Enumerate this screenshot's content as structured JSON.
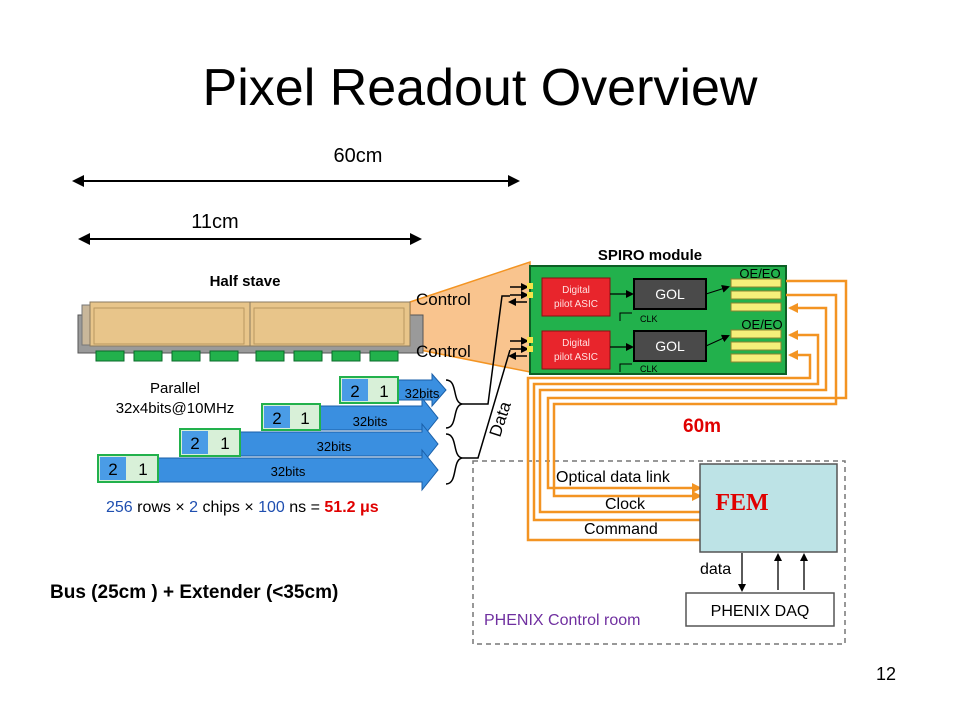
{
  "slide": {
    "title": "Pixel Readout Overview",
    "page_number": "12"
  },
  "dimensions": {
    "length_60": "60cm",
    "length_11": "11cm"
  },
  "labels": {
    "half_stave": "Half stave",
    "spiro_module": "SPIRO module",
    "control_top": "Control",
    "control_bottom": "Control",
    "data": "Data",
    "parallel_line1": "Parallel",
    "parallel_line2": "32x4bits@10MHz",
    "bus_extender": "Bus (25cm )  + Extender (<35cm)",
    "distance_60m": "60m"
  },
  "spiro": {
    "asic1_line1": "Digital",
    "asic1_line2": "pilot ASIC",
    "asic2_line1": "Digital",
    "asic2_line2": "pilot ASIC",
    "gol1": "GOL",
    "gol2": "GOL",
    "clk1": "CLK",
    "clk2": "CLK",
    "oeeo1": "OE/EO",
    "oeeo2": "OE/EO"
  },
  "data_rows": [
    {
      "num2": "2",
      "num1": "1",
      "bits": "32bits"
    },
    {
      "num2": "2",
      "num1": "1",
      "bits": "32bits"
    },
    {
      "num2": "2",
      "num1": "1",
      "bits": "32bits"
    },
    {
      "num2": "2",
      "num1": "1",
      "bits": "32bits"
    }
  ],
  "formula": {
    "rows_num": "256",
    "rows_word": " rows",
    "times1": " × ",
    "chips_num": "2",
    "chips_word": " chips",
    "times2": " × ",
    "ns_num": "100",
    "ns_word": " ns = ",
    "result": "51.2 μs"
  },
  "control_room": {
    "optical_link": "Optical data link",
    "clock": "Clock",
    "command": "Command",
    "fem": "FEM",
    "data": "data",
    "daq": "PHENIX DAQ",
    "room": "PHENIX Control room"
  },
  "colors": {
    "orange": "#f39422",
    "green": "#22b14c",
    "asic_red": "#e8252c",
    "gol_gray": "#4a4a4a",
    "blue_arrow": "#3a8fe0",
    "fem_fill": "#bde3e6",
    "red_text": "#e00000",
    "formula_blue": "#1f4fb0",
    "purple": "#7030a0"
  }
}
